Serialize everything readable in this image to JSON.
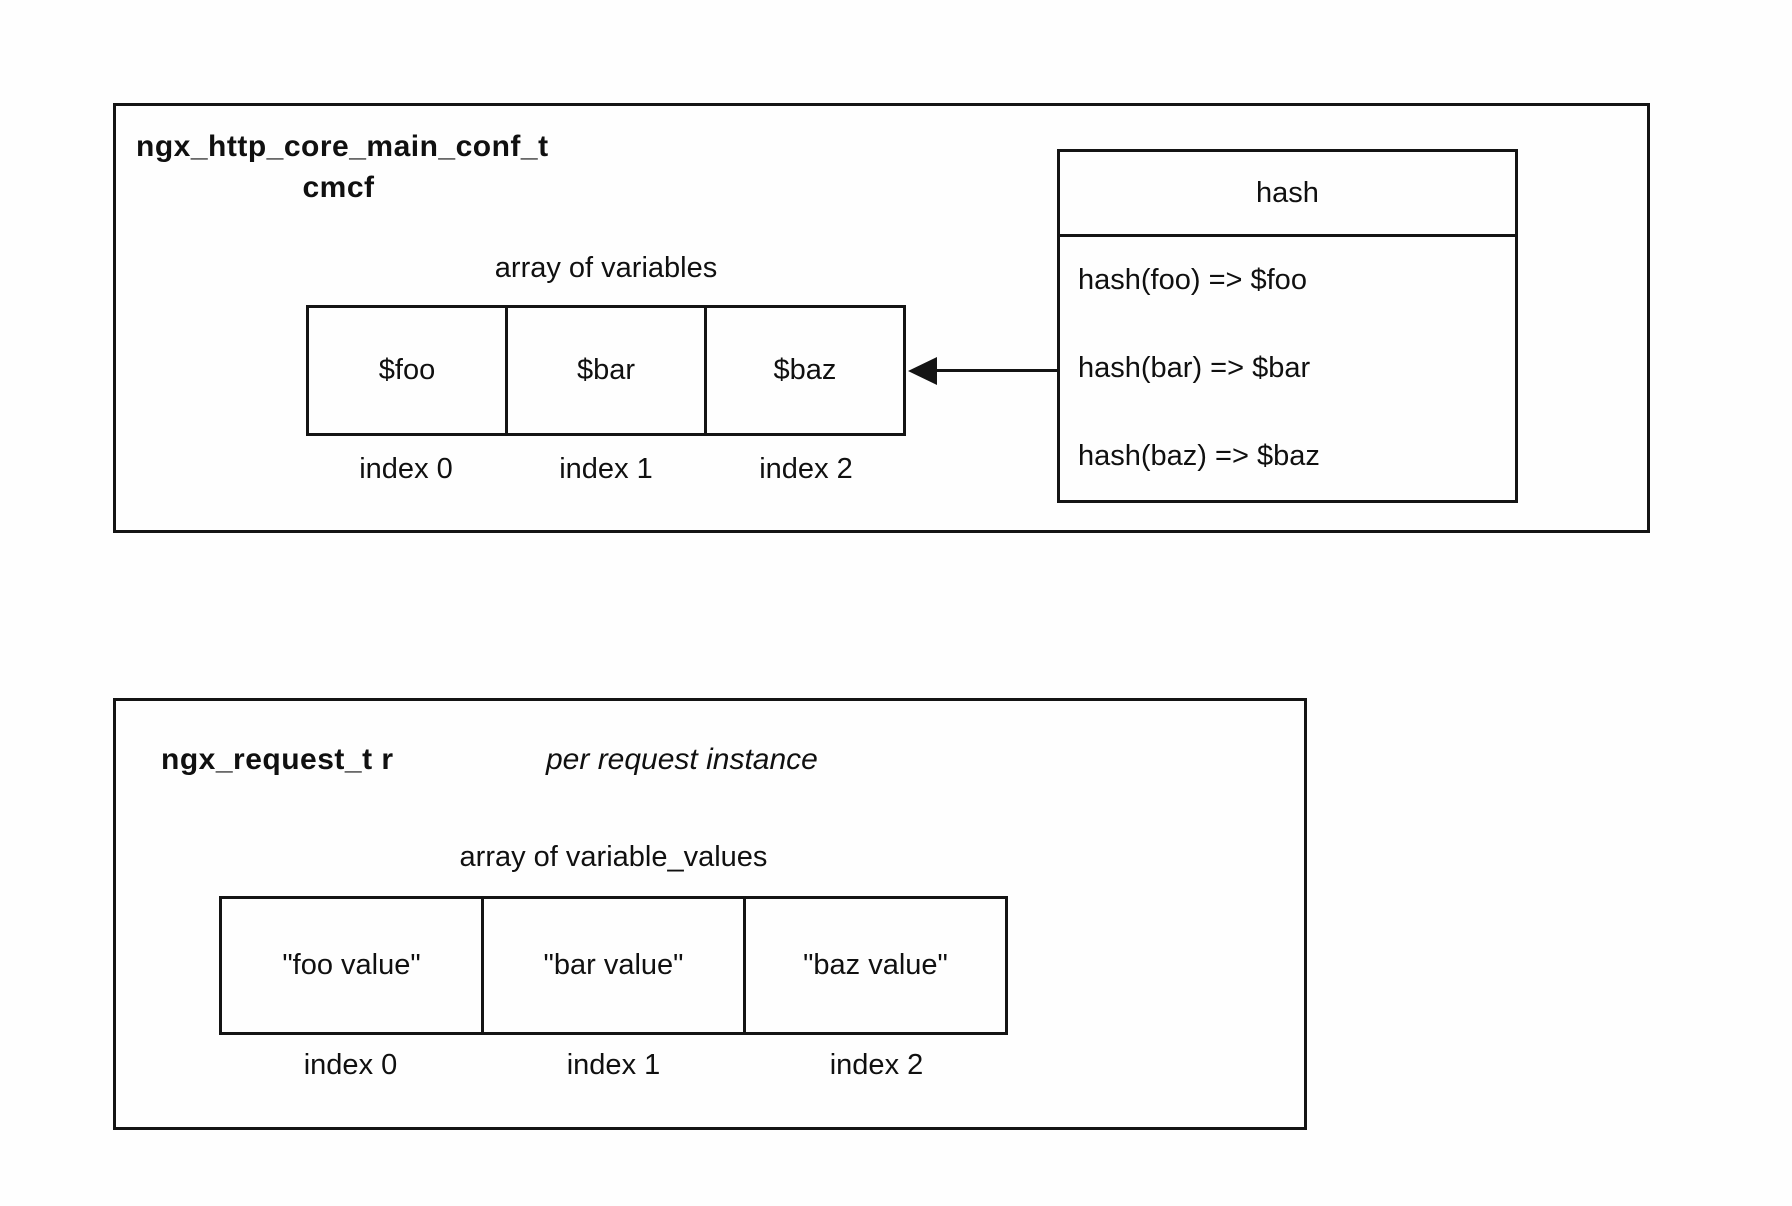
{
  "top_diagram": {
    "title_line1": "ngx_http_core_main_conf_t",
    "title_line2": "cmcf",
    "array_label": "array of variables",
    "cells": [
      "$foo",
      "$bar",
      "$baz"
    ],
    "index_labels": [
      "index 0",
      "index 1",
      "index 2"
    ],
    "hash_table": {
      "header": "hash",
      "rows": [
        "hash(foo) => $foo",
        "hash(bar) => $bar",
        "hash(baz) => $baz"
      ]
    }
  },
  "bottom_diagram": {
    "title_bold": "ngx_request_t r",
    "title_italic": "per request instance",
    "array_label": "array of variable_values",
    "cells": [
      "\"foo value\"",
      "\"bar value\"",
      "\"baz value\""
    ],
    "index_labels": [
      "index 0",
      "index 1",
      "index 2"
    ]
  },
  "colors": {
    "background": "#fefefe",
    "line": "#141414",
    "text": "#101010"
  }
}
